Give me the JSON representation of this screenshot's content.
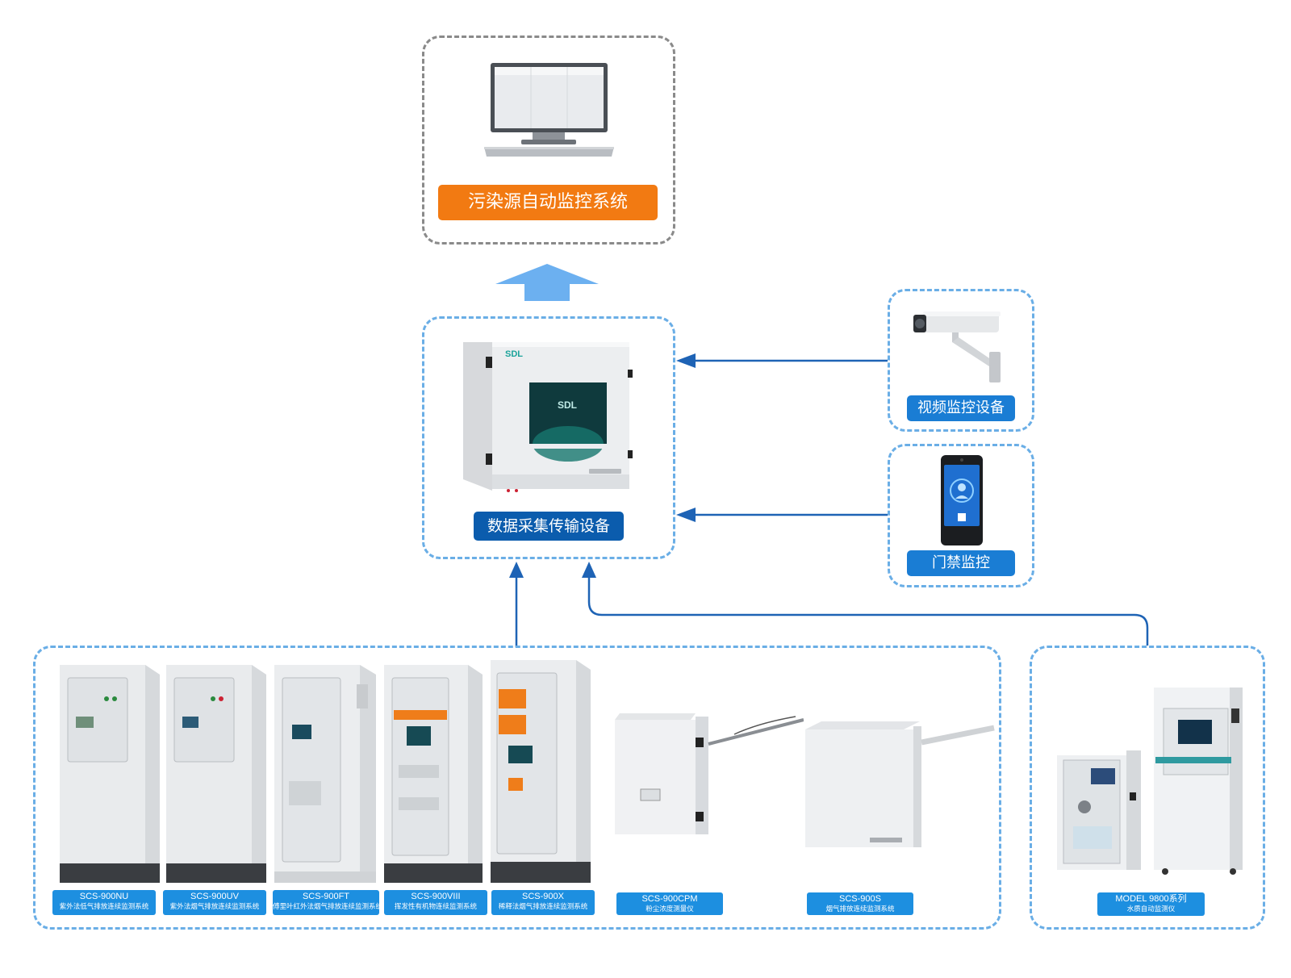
{
  "platform": {
    "label": "污染源自动监控系统"
  },
  "datalogger": {
    "label": "数据采集传输设备",
    "brand_logo": "SDL",
    "screen_logo": "SDL"
  },
  "video": {
    "label": "视频监控设备"
  },
  "access": {
    "label": "门禁监控"
  },
  "cems": [
    {
      "model": "SCS-900NU",
      "desc": "紫外法低气排放连续监测系统"
    },
    {
      "model": "SCS-900UV",
      "desc": "紫外法烟气排放连续监测系统"
    },
    {
      "model": "SCS-900FT",
      "desc": "傅里叶红外法烟气排放连续监测系统"
    },
    {
      "model": "SCS-900VIII",
      "desc": "挥发性有机物连续监测系统"
    },
    {
      "model": "SCS-900X",
      "desc": "稀释法烟气排放连续监测系统"
    },
    {
      "model": "SCS-900CPM",
      "desc": "粉尘浓度测量仪"
    },
    {
      "model": "SCS-900S",
      "desc": "烟气排放连续监测系统"
    }
  ],
  "water": [
    {
      "model": "MODEL 9800系列",
      "desc": "水质自动监测仪"
    }
  ],
  "colors": {
    "orange": "#f27a12",
    "navy": "#0b5cad",
    "label_blue": "#1d8fe0",
    "arrow_blue": "#1e63b5",
    "big_arrow": "#6cb0f0",
    "box_gray": "#8a8a8a",
    "box_blue": "#6aaee6"
  },
  "icons": [
    "monitor-icon",
    "datalogger-device-icon",
    "cctv-camera-icon",
    "face-recognition-terminal-icon",
    "cems-cabinet-icon",
    "dust-meter-icon",
    "water-analyzer-icon"
  ]
}
